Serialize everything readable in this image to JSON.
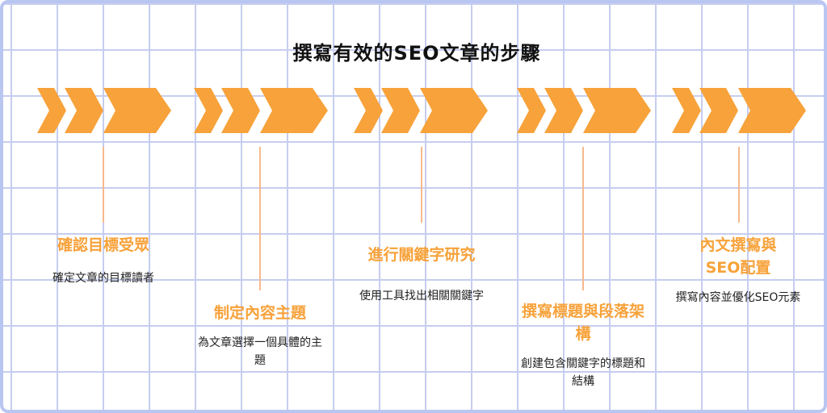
{
  "diagram": {
    "title": "撰寫有效的SEO文章的步驟",
    "colors": {
      "accent": "#f7a23a",
      "connector": "#f7b98c",
      "grid": "#c6cdef",
      "border": "#b9c6f2"
    },
    "steps": [
      {
        "title": "確認目標受眾",
        "desc": "確定文章的目標讀者"
      },
      {
        "title": "制定內容主題",
        "desc": "為文章選擇一個具體的主題"
      },
      {
        "title": "進行關鍵字研究",
        "desc": "使用工具找出相關關鍵字"
      },
      {
        "title": "撰寫標題與段落架構",
        "desc": "創建包含關鍵字的標題和結構"
      },
      {
        "title": "內文撰寫與SEO配置",
        "desc": "撰寫內容並優化SEO元素"
      }
    ]
  }
}
